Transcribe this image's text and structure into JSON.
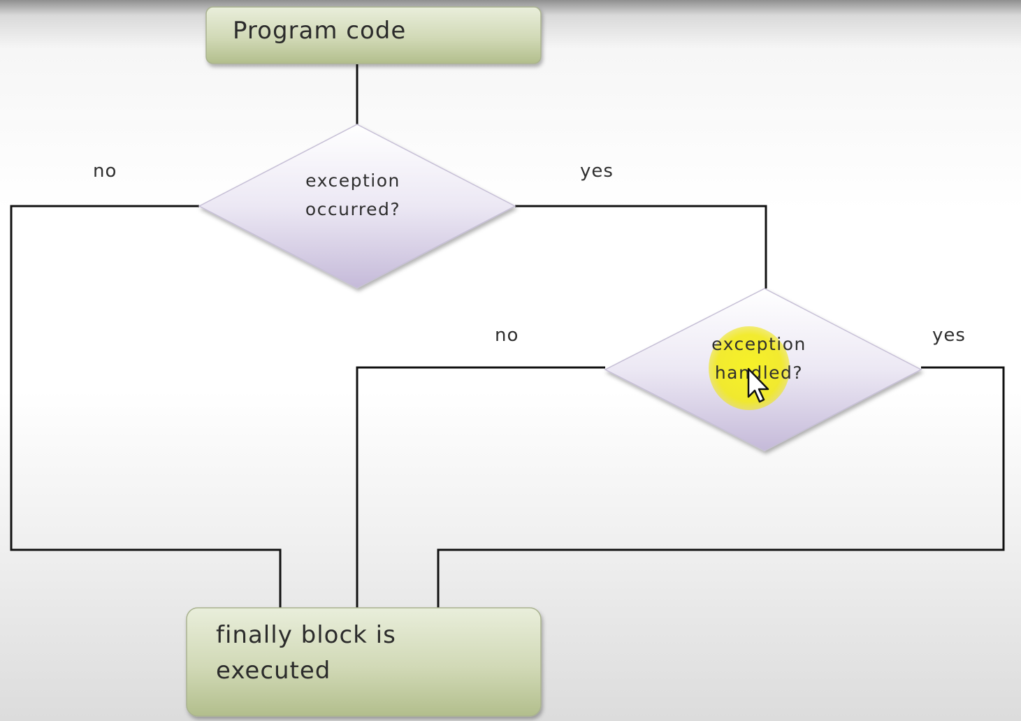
{
  "nodes": {
    "start": {
      "text": "Program code"
    },
    "decision_1": {
      "line1": "exception",
      "line2": "occurred?"
    },
    "decision_2": {
      "line1": "exception",
      "line2": "handled?"
    },
    "end": {
      "line1": "finally block is",
      "line2": "executed"
    }
  },
  "edges": {
    "d1_no": "no",
    "d1_yes": "yes",
    "d2_no": "no",
    "d2_yes": "yes"
  },
  "colors": {
    "process_fill_top": "#e6ebd6",
    "process_fill_bottom": "#b4c08f",
    "process_border": "#aab391",
    "decision_fill_top": "#ffffff",
    "decision_fill_bottom": "#c9bfdc",
    "connector": "#111111",
    "cursor_highlight": "#f3ee1c"
  },
  "icons": {
    "cursor": "mouse-pointer-icon"
  }
}
